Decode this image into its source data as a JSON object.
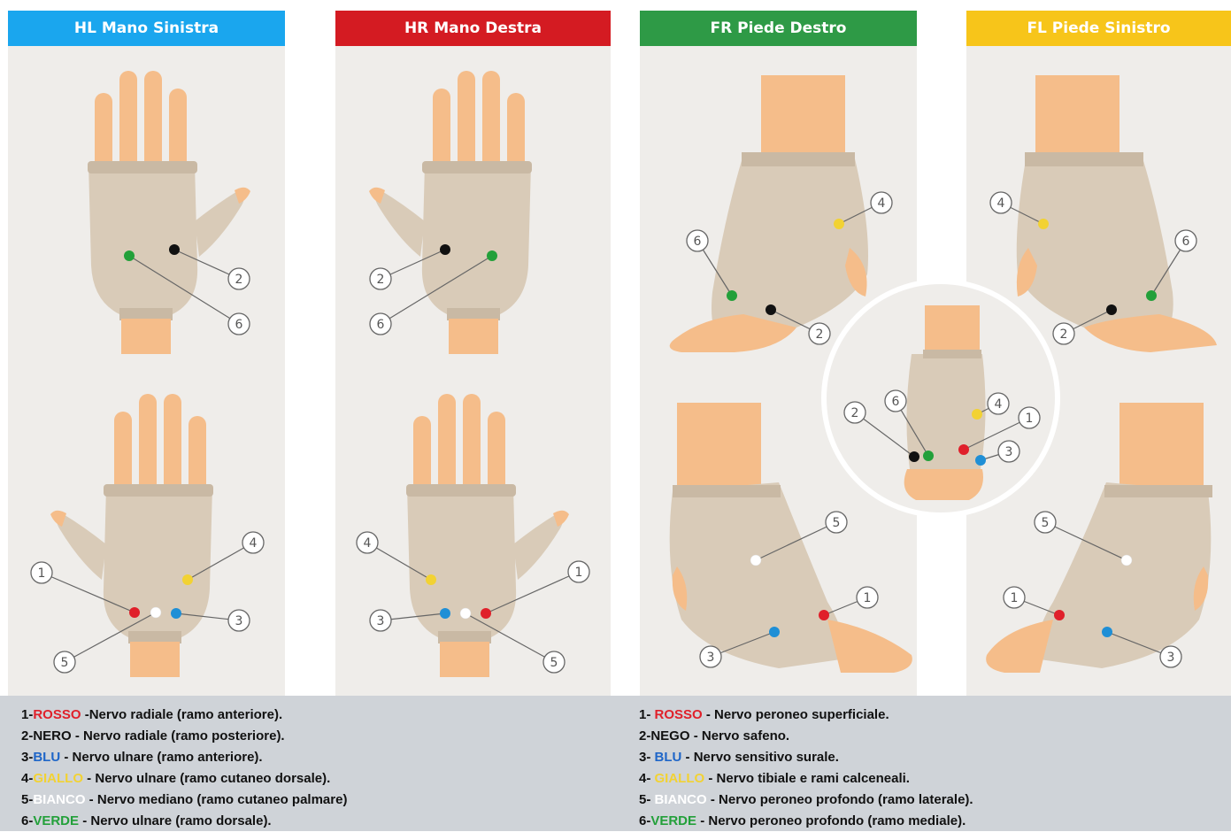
{
  "panels": [
    {
      "id": "hl",
      "title": "HL Mano Sinistra",
      "color": "#1aa6ee"
    },
    {
      "id": "hr",
      "title": "HR Mano Destra",
      "color": "#d41b22"
    },
    {
      "id": "fr",
      "title": "FR Piede Destro",
      "color": "#2e9a46"
    },
    {
      "id": "fl",
      "title": "FL Piede Sinistro",
      "color": "#f7c51a"
    }
  ],
  "marker_colors": {
    "1": "#e0202a",
    "2": "#111111",
    "3": "#1f8fd6",
    "4": "#f2d233",
    "5": "#ffffff",
    "6": "#23a03a"
  },
  "skin": {
    "finger": "#f5bd8a",
    "sleeve": "#d9cbb8",
    "sleeve_dark": "#c9b9a4"
  },
  "callout_numbers": [
    "1",
    "2",
    "3",
    "4",
    "5",
    "6"
  ],
  "legend_hand": [
    {
      "num": "1-",
      "color_name": "ROSSO",
      "sep": " -",
      "desc": "Nervo radiale (ramo anteriore)."
    },
    {
      "num": "2-",
      "color_name": "NERO",
      "sep": " - ",
      "desc": "Nervo radiale (ramo posteriore)."
    },
    {
      "num": "3-",
      "color_name": "BLU",
      "sep": " - ",
      "desc": "Nervo ulnare (ramo anteriore)."
    },
    {
      "num": "4-",
      "color_name": "GIALLO",
      "sep": " - ",
      "desc": "Nervo ulnare (ramo cutaneo dorsale)."
    },
    {
      "num": "5-",
      "color_name": "BIANCO",
      "sep": " - ",
      "desc": "Nervo mediano (ramo cutaneo palmare)"
    },
    {
      "num": "6-",
      "color_name": "VERDE",
      "sep": " - ",
      "desc": "Nervo ulnare (ramo dorsale)."
    }
  ],
  "legend_foot": [
    {
      "num": "1- ",
      "color_name": "ROSSO",
      "sep": " - ",
      "desc": "Nervo peroneo superficiale."
    },
    {
      "num": "2-",
      "color_name": "NEGO",
      "sep": " - ",
      "desc": "Nervo safeno."
    },
    {
      "num": "3- ",
      "color_name": "BLU",
      "sep": " - ",
      "desc": "Nervo sensitivo surale."
    },
    {
      "num": "4- ",
      "color_name": "GIALLO",
      "sep": " - ",
      "desc": "Nervo tibiale e rami calceneali."
    },
    {
      "num": "5- ",
      "color_name": "BIANCO",
      "sep": " - ",
      "desc": "Nervo peroneo profondo (ramo laterale)."
    },
    {
      "num": "6-",
      "color_name": "VERDE",
      "sep": " - ",
      "desc": "Nervo peroneo profondo (ramo mediale)."
    }
  ]
}
